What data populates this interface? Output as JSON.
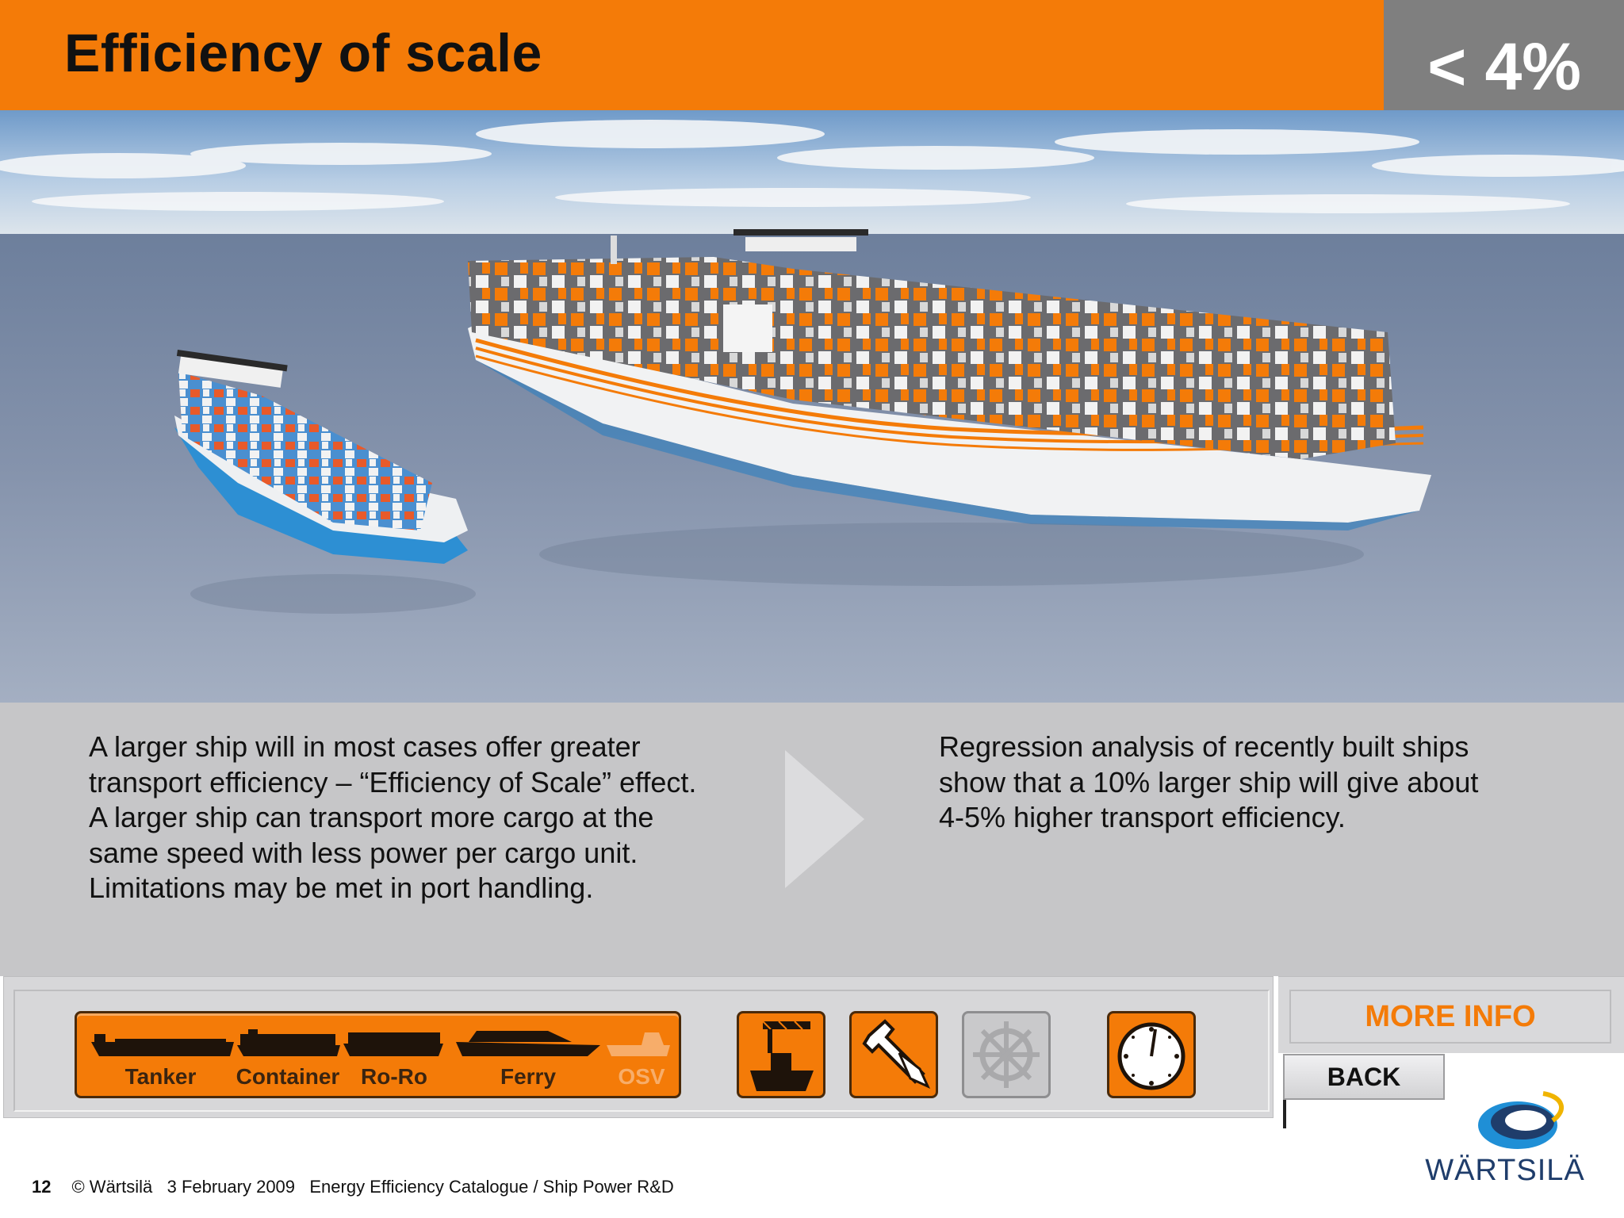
{
  "header": {
    "title": "Efficiency of scale",
    "badge": "< 4%"
  },
  "description": {
    "left_lines": [
      "A larger ship will in most cases offer greater",
      "transport efficiency  – “Efficiency of Scale” effect.",
      "A larger ship can transport more cargo at the",
      "same speed with less power per cargo unit.",
      "Limitations may be met in port handling."
    ],
    "right_lines": [
      "Regression analysis of recently built ships",
      "show that a 10% larger ship will give about",
      "4-5% higher transport efficiency."
    ]
  },
  "nav": {
    "ship_types": [
      {
        "label": "Tanker",
        "icon": "tanker-icon",
        "enabled": true
      },
      {
        "label": "Container",
        "icon": "container-ship-icon",
        "enabled": true
      },
      {
        "label": "Ro-Ro",
        "icon": "roro-ship-icon",
        "enabled": true
      },
      {
        "label": "Ferry",
        "icon": "ferry-icon",
        "enabled": true
      },
      {
        "label": "OSV",
        "icon": "osv-icon",
        "enabled": false
      }
    ],
    "tools": [
      {
        "icon": "port-crane-icon",
        "active": true
      },
      {
        "icon": "wrench-icon",
        "active": true
      },
      {
        "icon": "ship-wheel-icon",
        "active": false
      },
      {
        "icon": "clock-icon",
        "active": true
      }
    ],
    "more_info": "MORE INFO",
    "back": "BACK"
  },
  "footer": {
    "page_number": "12",
    "text": "© Wärtsilä   3 February 2009   Energy Efficiency Catalogue / Ship Power R&D"
  },
  "logo": {
    "text": "WÄRTSILÄ"
  },
  "colors": {
    "accent": "#f47b08",
    "badge_bg": "#7f7f7f",
    "panel_bg": "#c6c6c8"
  }
}
